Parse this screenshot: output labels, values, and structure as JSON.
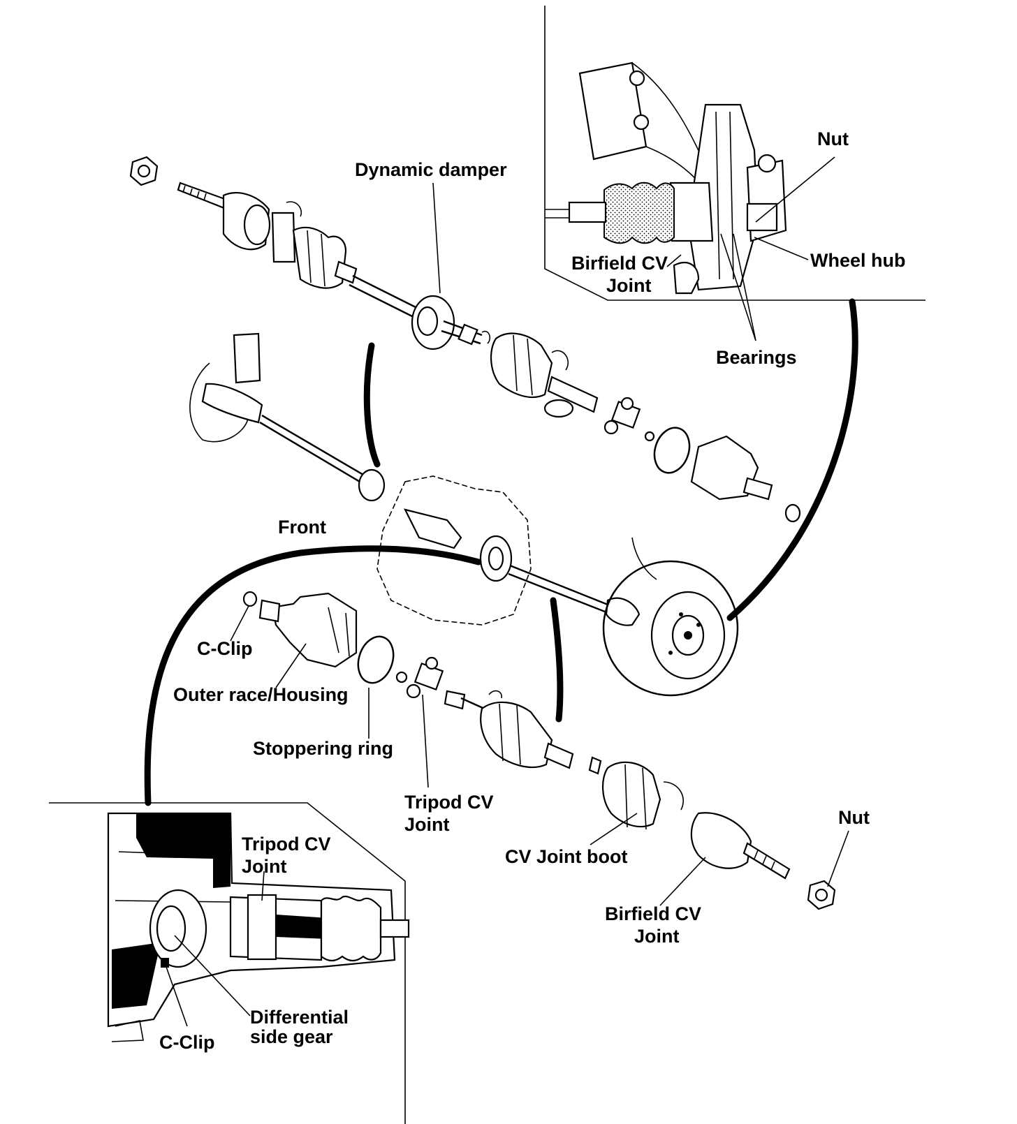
{
  "labels": {
    "dynamic_damper": "Dynamic damper",
    "nut_top": "Nut",
    "wheel_hub": "Wheel hub",
    "birfield_top_1": "Birfield CV",
    "birfield_top_2": "Joint",
    "bearings": "Bearings",
    "front": "Front",
    "c_clip": "C-Clip",
    "outer_race": "Outer race/Housing",
    "stoppering_ring": "Stoppering ring",
    "tripod_1": "Tripod CV",
    "tripod_2": "Joint",
    "cv_boot": "CV Joint boot",
    "nut_bottom": "Nut",
    "birfield_bottom_1": "Birfield CV",
    "birfield_bottom_2": "Joint",
    "inset_tripod_1": "Tripod CV",
    "inset_tripod_2": "Joint",
    "diff_gear_1": "Differential",
    "diff_gear_2": "side gear",
    "inset_c_clip": "C-Clip"
  },
  "icons": [
    "nut-icon",
    "cv-boot-icon",
    "shaft-icon",
    "bearing-icon",
    "wheel-hub-icon",
    "tripod-icon",
    "c-clip-icon"
  ]
}
